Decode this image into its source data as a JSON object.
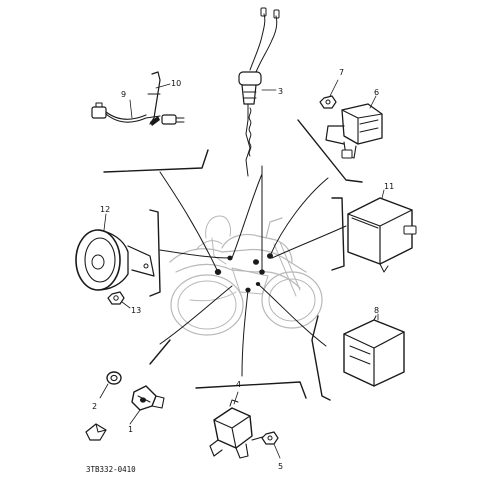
{
  "diagram": {
    "part_code": "3TB332-0410",
    "callouts": {
      "c1": "1",
      "c2": "2",
      "c3": "3",
      "c4": "4",
      "c5": "5",
      "c6": "6",
      "c7": "7",
      "c8": "8",
      "c9": "9",
      "c10": "10",
      "c11": "11",
      "c12": "12",
      "c13": "13"
    }
  }
}
